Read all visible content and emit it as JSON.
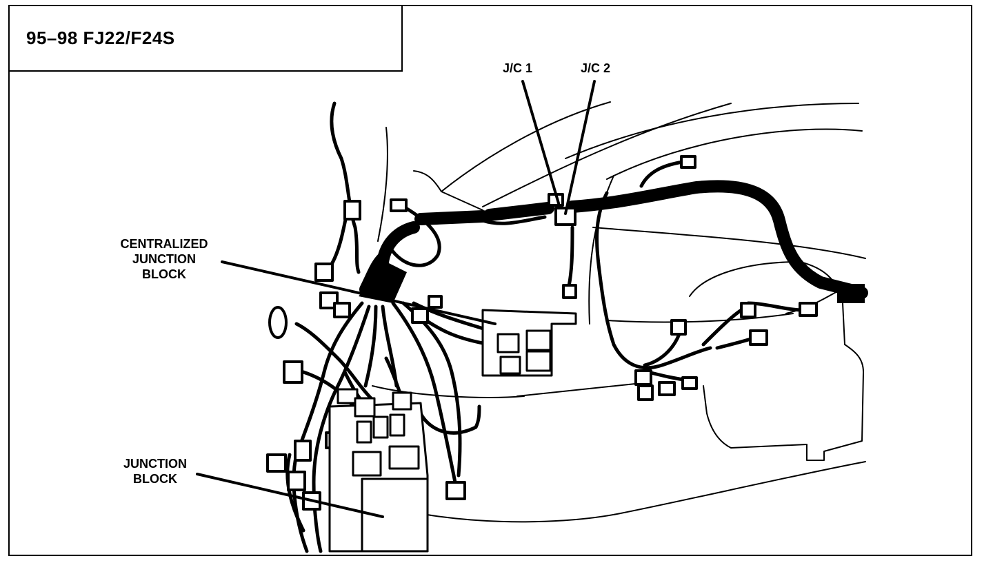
{
  "title": "95–98 FJ22/F24S",
  "labels": {
    "jc1": "J/C 1",
    "jc2": "J/C 2",
    "centralized": [
      "CENTRALIZED",
      "JUNCTION",
      "BLOCK"
    ],
    "junction": [
      "JUNCTION",
      "BLOCK"
    ]
  },
  "colors": {
    "ink": "#000000",
    "paper": "#ffffff"
  }
}
